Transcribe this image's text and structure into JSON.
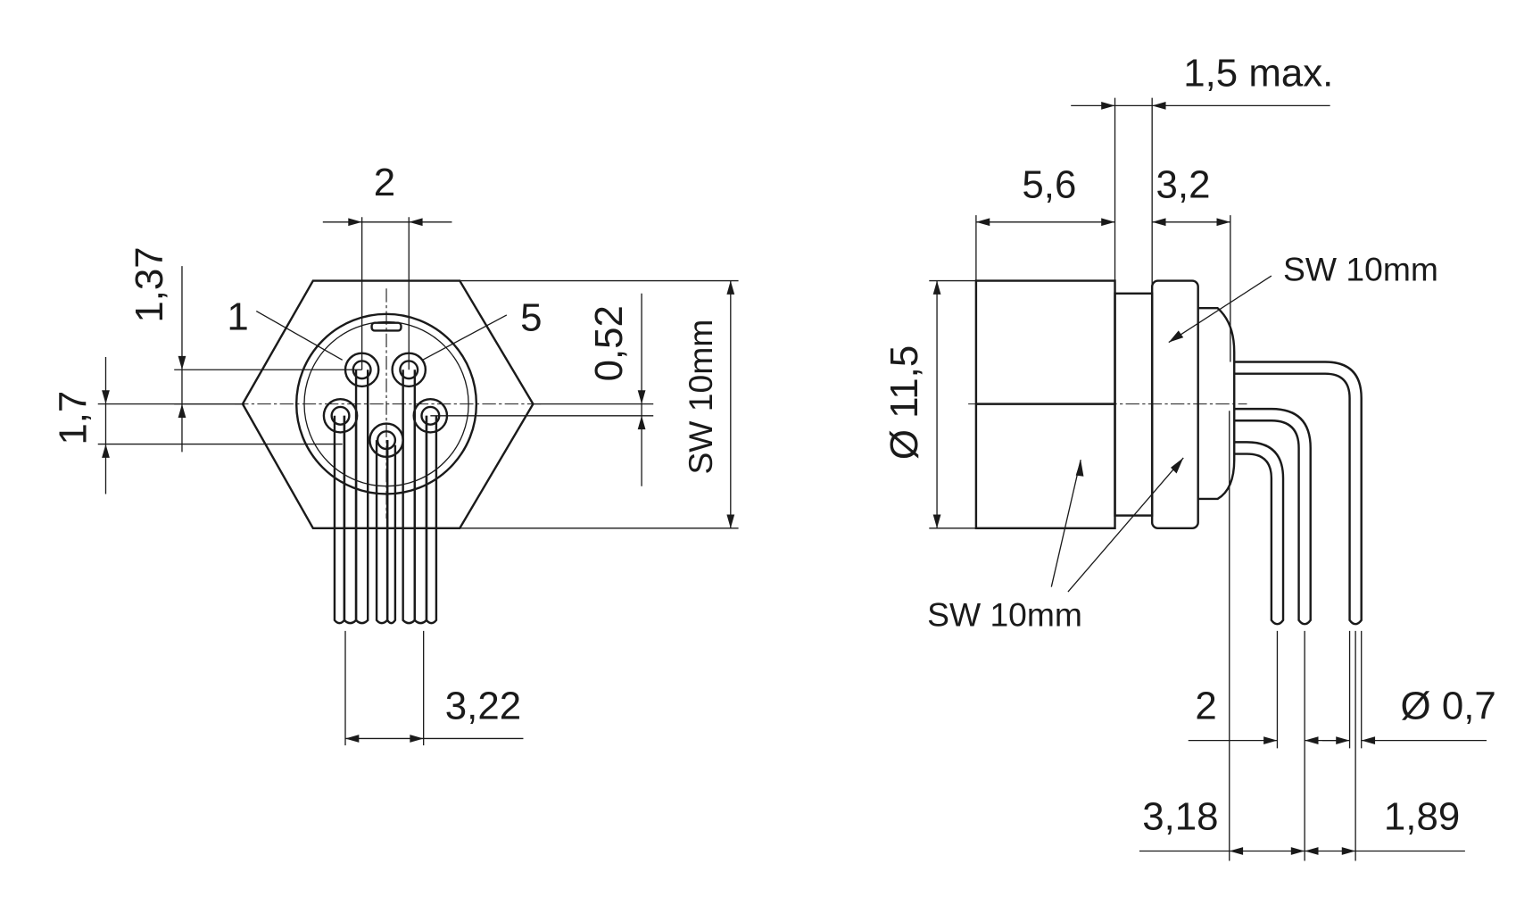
{
  "front_view": {
    "pin_pitch": "2",
    "dim_1_37": "1,37",
    "pin_1_label": "1",
    "pin_5_label": "5",
    "dim_0_52": "0,52",
    "dim_1_7": "1,7",
    "dim_3_22": "3,22",
    "wrench_size": "SW 10mm"
  },
  "side_view": {
    "dim_max": "1,5 max.",
    "dim_5_6": "5,6",
    "dim_3_2": "3,2",
    "wrench_nut": "SW 10mm",
    "diameter": "Ø 11,5",
    "wrench_body": "SW 10mm",
    "pin_pitch": "2",
    "pin_diameter": "Ø 0,7",
    "dim_3_18": "3,18",
    "dim_1_89": "1,89"
  }
}
